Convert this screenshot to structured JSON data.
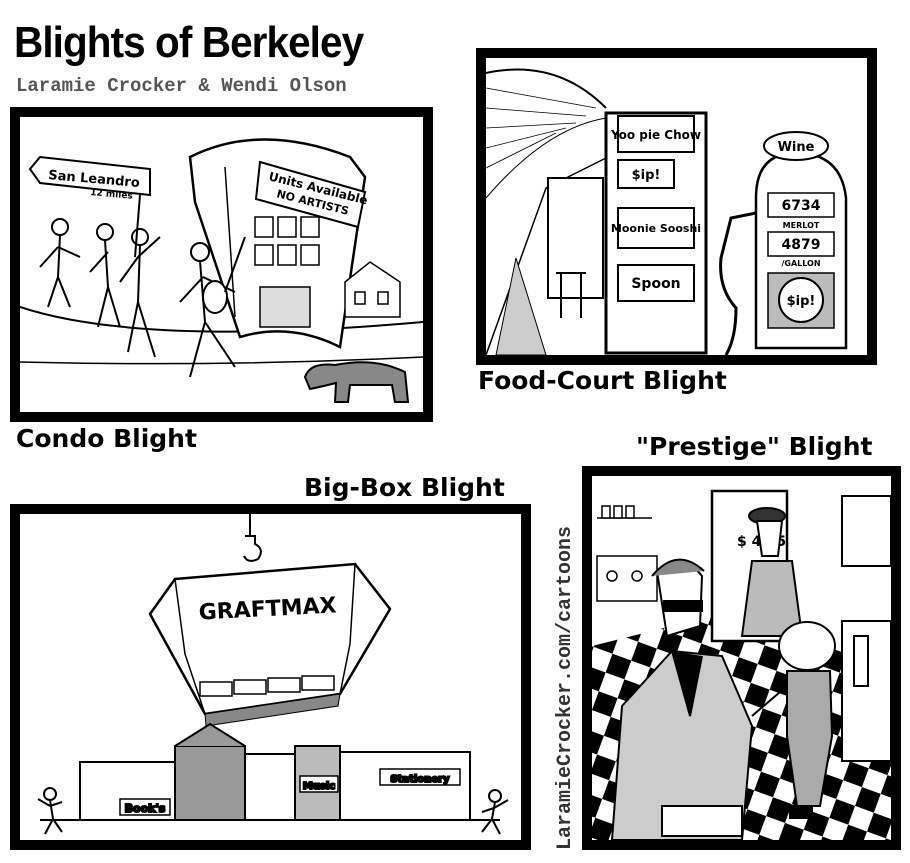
{
  "header": {
    "title": "Blights of Berkeley",
    "authors": "Laramie Crocker & Wendi Olson"
  },
  "panels": {
    "condo": {
      "caption": "Condo Blight",
      "sign": "San Leandro",
      "sign_sub": "12 miles",
      "banner_line1": "Units Available",
      "banner_line2": "NO ARTISTS"
    },
    "foodcourt": {
      "caption": "Food-Court Blight",
      "signs": [
        "Yoo pie Chow",
        "$ip!",
        "Moonie Sooshi",
        "Spoon"
      ],
      "pump_label": "Wine",
      "pump_top": "6734",
      "pump_mid_label": "MERLOT",
      "pump_price": "4879",
      "pump_unit": "/GALLON",
      "pump_brand": "$ip!"
    },
    "bigbox": {
      "caption": "Big-Box Blight",
      "box_label": "GRAFTMAX",
      "shops": [
        "Book's",
        "Music",
        "Stationery"
      ]
    },
    "prestige": {
      "caption": "\"Prestige\" Blight",
      "door_text": "$ 4.95"
    }
  },
  "footer": {
    "url": "LaramieCrocker.com/cartoons"
  }
}
